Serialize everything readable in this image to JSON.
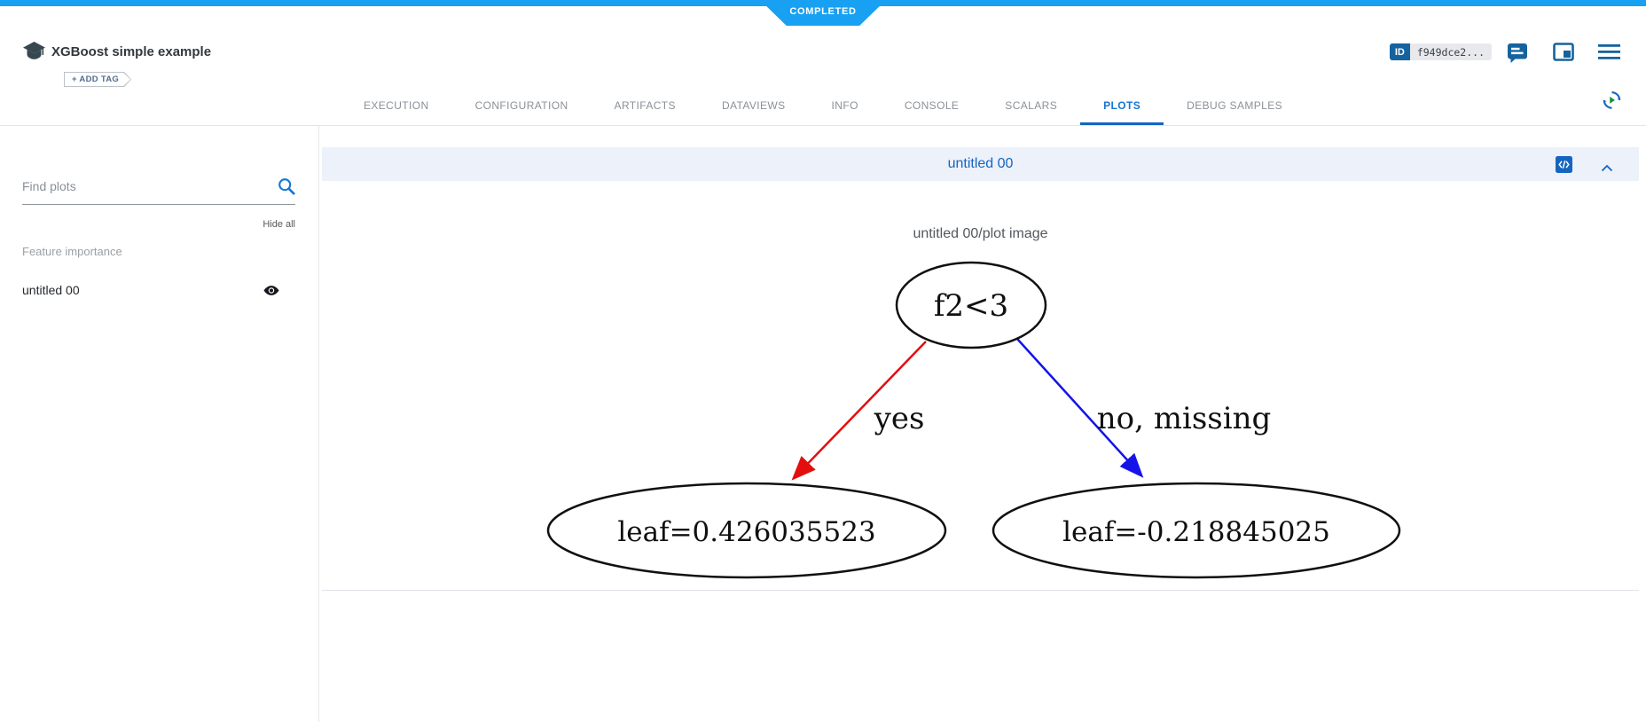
{
  "status_banner": {
    "label": "COMPLETED",
    "color": "#18a1f2"
  },
  "header": {
    "title": "XGBoost simple example",
    "add_tag": "+ ADD TAG",
    "id_label": "ID",
    "id_value": "f949dce2...",
    "icons": [
      "logo-icon",
      "comment-icon",
      "columns-icon",
      "menu-icon"
    ]
  },
  "tabs": [
    {
      "label": "EXECUTION",
      "active": false
    },
    {
      "label": "CONFIGURATION",
      "active": false
    },
    {
      "label": "ARTIFACTS",
      "active": false
    },
    {
      "label": "DATAVIEWS",
      "active": false
    },
    {
      "label": "INFO",
      "active": false
    },
    {
      "label": "CONSOLE",
      "active": false
    },
    {
      "label": "SCALARS",
      "active": false
    },
    {
      "label": "PLOTS",
      "active": true
    },
    {
      "label": "DEBUG SAMPLES",
      "active": false
    }
  ],
  "tabbar": {
    "refresh_icon": "refresh-autorefresh-icon"
  },
  "sidebar": {
    "search_placeholder": "Find plots",
    "search_icon": "search-icon",
    "hide_all": "Hide all",
    "group_label": "Feature importance",
    "plots": [
      {
        "label": "untitled 00",
        "visible": true,
        "icon": "eye-icon"
      }
    ]
  },
  "plot_panel": {
    "header_title": "untitled 00",
    "header_icons": [
      "code-icon",
      "chevron-up-icon"
    ],
    "image_title": "untitled 00/plot image",
    "tree": {
      "type": "graphviz-decision-tree",
      "root_label": "f2<3",
      "edge_left_label": "yes",
      "edge_right_label": "no, missing",
      "leaf_left": "leaf=0.426035523",
      "leaf_right": "leaf=-0.218845025",
      "edge_left_color": "#e30e0e",
      "edge_right_color": "#1414e8",
      "node_stroke_color": "#101010"
    }
  },
  "colors": {
    "top_accent": "#18a1f2",
    "icon_blue": "#15639e",
    "tab_active": "#1876d2",
    "panel_header_bg": "#edf1fa",
    "panel_title_blue": "#1565c0"
  }
}
